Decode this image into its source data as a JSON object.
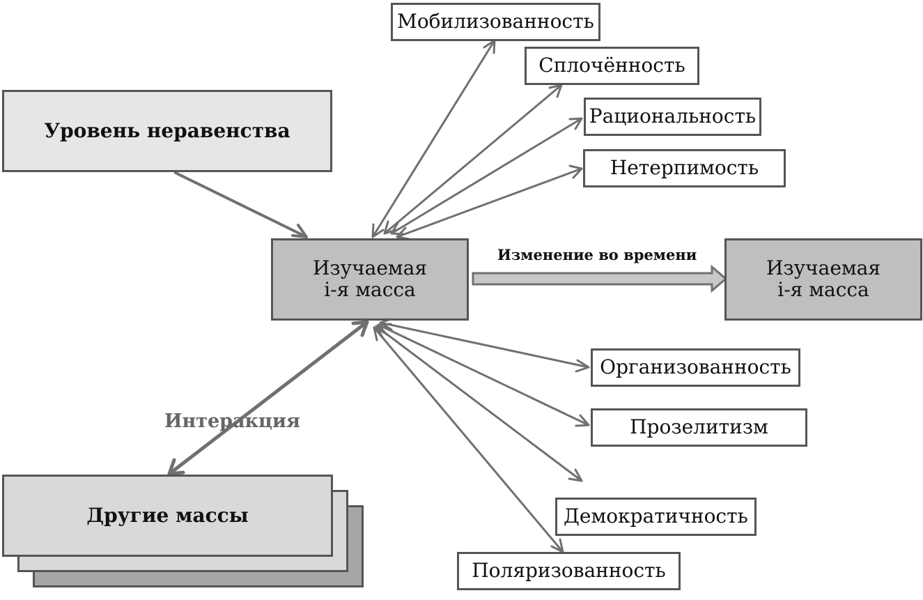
{
  "diagram": {
    "inequality_label": "Уровень неравенства",
    "studied_mass": {
      "line1": "Изучаемая",
      "line2": "i-я масса"
    },
    "studied_mass_later": {
      "line1": "Изучаемая",
      "line2": "i-я масса"
    },
    "change_over_time_label": "Изменение во времени",
    "interaction_label": "Интеракция",
    "other_masses_label": "Другие массы",
    "upper_properties": [
      "Мобилизованность",
      "Сплочённость",
      "Рациональность",
      "Нетерпимость"
    ],
    "lower_properties": [
      "Организованность",
      "Прозелитизм",
      "Демократичность",
      "Поляризованность"
    ]
  }
}
